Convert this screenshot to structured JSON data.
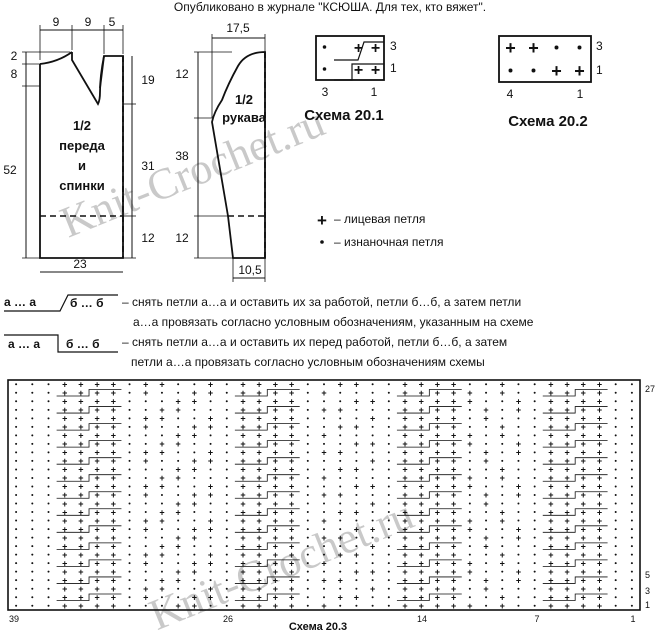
{
  "header": {
    "caption": "Опубликовано в журнале \"КСЮША. Для тех, кто вяжет\"."
  },
  "watermark": "Knit-Crochet.ru",
  "front_back": {
    "label_lines": [
      "1/2",
      "переда",
      "и",
      "спинки"
    ],
    "top_dims": [
      "9",
      "9",
      "5"
    ],
    "left_dims": [
      "2",
      "8",
      "52"
    ],
    "right_dims": [
      "19",
      "31",
      "12"
    ],
    "bottom_dim": "23"
  },
  "sleeve": {
    "label_lines": [
      "1/2",
      "рукава"
    ],
    "top_dim": "17,5",
    "left_dims": [
      "12",
      "38",
      "12"
    ],
    "bottom_dim": "10,5"
  },
  "scheme_1": {
    "title": "Схема 20.1",
    "rows": [
      [
        "•",
        "",
        "+",
        "+"
      ],
      [
        "•",
        "",
        "+",
        "+"
      ]
    ],
    "right_labels": [
      "3",
      "1"
    ],
    "bottom_labels": [
      "3",
      "1"
    ]
  },
  "scheme_2": {
    "title": "Схема 20.2",
    "rows": [
      [
        "+",
        "+",
        "•",
        "•"
      ],
      [
        "•",
        "•",
        "+",
        "+"
      ]
    ],
    "right_labels": [
      "3",
      "1"
    ],
    "bottom_labels": [
      "4",
      "1"
    ]
  },
  "legend": {
    "knit": "– лицевая петля",
    "purl": "– изнаночная петля"
  },
  "cable_notes": {
    "sym1": {
      "a": "а … а",
      "b": "б … б"
    },
    "note1_line1": "– снять петли а…а и оставить их за работой, петли б…б, а затем петли",
    "note1_line2": "а…а провязать согласно условным обозначениям, указанным на схеме",
    "sym2": {
      "a": "а … а",
      "b": "б … б"
    },
    "note2_line1": "– снять петли а…а и оставить их перед работой, петли б…б, а затем",
    "note2_line2": "петли а…а провязать согласно условным обозначениям схемы"
  },
  "scheme_3": {
    "title": "Схема 20.3",
    "stitches": 39,
    "rows_count": 27,
    "right_labels": [
      "27",
      "5",
      "3",
      "1"
    ],
    "bottom_labels": [
      "39",
      "26",
      "14",
      "7",
      "1"
    ]
  }
}
